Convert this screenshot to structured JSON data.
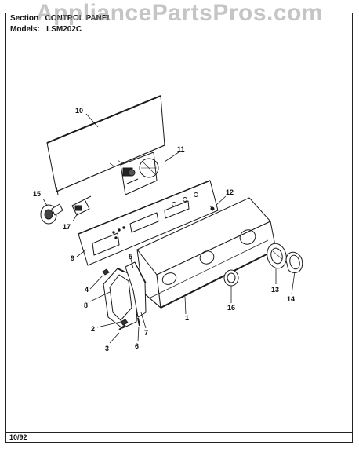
{
  "header": {
    "section_label": "Section",
    "section_value": "CONTROL PANEL",
    "models_label": "Models:",
    "models_value": "LSM202C"
  },
  "watermark": "AppliancePartsPros.com",
  "footer": {
    "date": "10/92"
  },
  "callouts": {
    "c1": "1",
    "c2": "2",
    "c3": "3",
    "c4": "4",
    "c5": "5",
    "c6": "6",
    "c7": "7",
    "c8": "8",
    "c9": "9",
    "c10": "10",
    "c11": "11",
    "c12": "12",
    "c13": "13",
    "c14": "14",
    "c15": "15",
    "c16": "16",
    "c17": "17"
  },
  "colors": {
    "line": "#1a1a1a",
    "watermark": "#969696"
  }
}
